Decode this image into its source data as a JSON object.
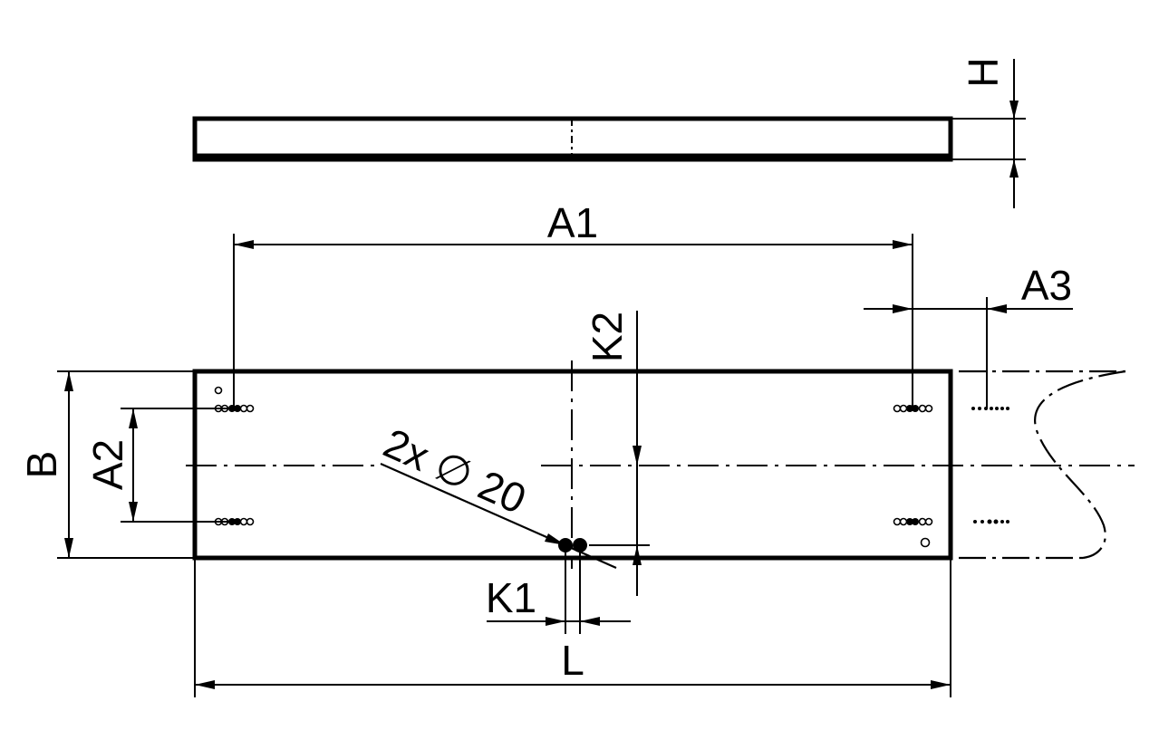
{
  "labels": {
    "h": "H",
    "a1": "A1",
    "a3": "A3",
    "k2": "K2",
    "b": "B",
    "a2": "A2",
    "hole_callout": "2x ∅ 20",
    "k1": "K1",
    "l": "L"
  }
}
